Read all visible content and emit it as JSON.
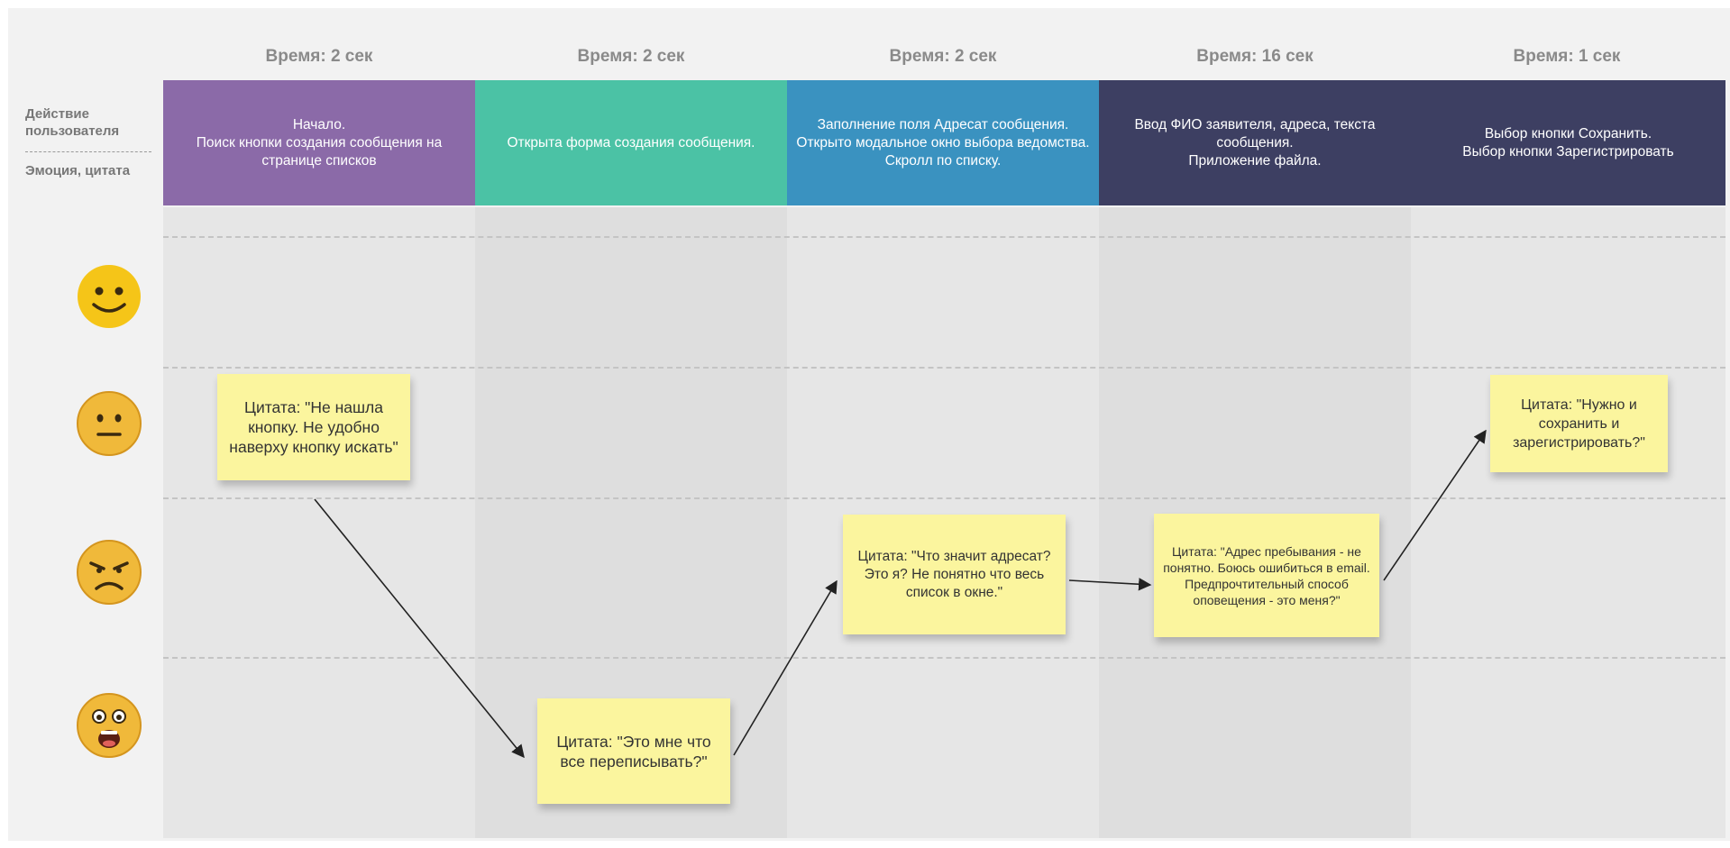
{
  "row_labels": {
    "action": "Действие пользователя",
    "emotion": "Эмоция, цитата"
  },
  "stages": [
    {
      "time": "Время: 2 сек",
      "action": "Начало.\nПоиск кнопки создания сообщения на странице списков",
      "color": "#8b6aa8"
    },
    {
      "time": "Время: 2 сек",
      "action": "Открыта форма создания сообщения.",
      "color": "#4bc2a5"
    },
    {
      "time": "Время: 2 сек",
      "action": "Заполнение поля Адресат сообщения.\nОткрыто модальное окно выбора ведомства. Скролл по списку.",
      "color": "#3a92c0"
    },
    {
      "time": "Время: 16 сек",
      "action": "Ввод ФИО заявителя, адреса,  текста сообщения.\nПриложение файла.",
      "color": "#3d3f62"
    },
    {
      "time": "Время: 1 сек",
      "action": "Выбор кнопки Сохранить.\nВыбор кнопки Зарегистрировать",
      "color": "#3d3f62"
    }
  ],
  "emotions": [
    "happy-emoji",
    "neutral-emoji",
    "sad-emoji",
    "shocked-emoji"
  ],
  "quotes": [
    {
      "text": "Цитата: \"Не нашла кнопку. Не удобно наверху кнопку искать\"",
      "stage": 1,
      "emotion": "neutral"
    },
    {
      "text": "Цитата: \"Это мне что все переписывать?\"",
      "stage": 2,
      "emotion": "shocked"
    },
    {
      "text": "Цитата: \"Что значит адресат? Это я? Не понятно что весь список в окне.\"",
      "stage": 3,
      "emotion": "sad"
    },
    {
      "text": "Цитата: \"Адрес пребывания - не понятно. Боюсь ошибиться в email. Предпрочтительный способ оповещения - это меня?\"",
      "stage": 4,
      "emotion": "sad"
    },
    {
      "text": "Цитата: \"Нужно и сохранить и зарегистрировать?\"",
      "stage": 5,
      "emotion": "neutral"
    }
  ]
}
